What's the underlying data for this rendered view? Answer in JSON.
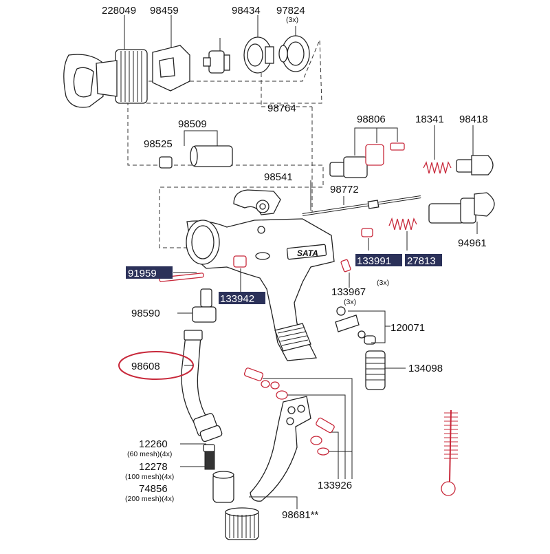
{
  "labels": {
    "p228049": "228049",
    "p98459": "98459",
    "p98434": "98434",
    "p97824": "97824",
    "p97824_qty": "(3x)",
    "p98764": "98764",
    "p98509": "98509",
    "p98525": "98525",
    "p98806": "98806",
    "p18341": "18341",
    "p98418": "98418",
    "p98541": "98541",
    "p98772": "98772",
    "p94961": "94961",
    "p91959": "91959",
    "p133942": "133942",
    "p133991": "133991",
    "p133991_qty": "(3x)",
    "p27813": "27813",
    "p133967": "133967",
    "p133967_qty": "(3x)",
    "p98590": "98590",
    "p120071": "120071",
    "p98608": "98608",
    "p134098": "134098",
    "p12260": "12260",
    "p12260_sub": "(60 mesh)(4x)",
    "p12278": "12278",
    "p12278_sub": "(100 mesh)(4x)",
    "p74856": "74856",
    "p74856_sub": "(200 mesh)(4x)",
    "p133926": "133926",
    "p98681": "98681**",
    "brand": "SATA"
  },
  "colors": {
    "highlight_bg": "#2b3159",
    "highlight_text": "#ffffff",
    "red_parts": "#c8283a",
    "line": "#222222"
  }
}
